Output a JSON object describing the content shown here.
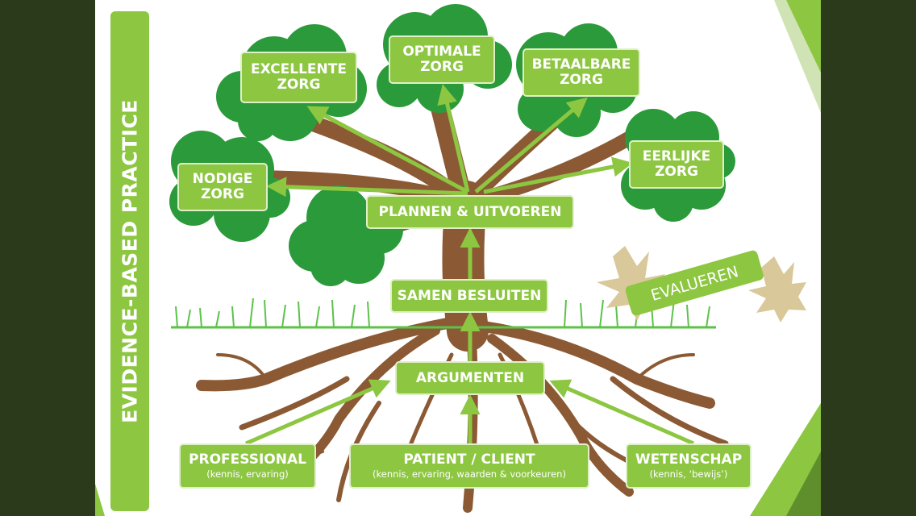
{
  "side_title": "EVIDENCE-BASED PRACTICE",
  "colors": {
    "outer_background": "#2c3a1c",
    "slide_background": "#ffffff",
    "accent_green": "#8dc641",
    "box_border": "#dff0c8",
    "foliage": "#2b9a3a",
    "trunk": "#8b5a34",
    "grass": "#5cc24a",
    "leaf": "#d8c89a"
  },
  "icons": [
    "tree-icon",
    "maple-leaf-icon"
  ],
  "crown_goals": [
    {
      "line1": "EXCELLENTE",
      "line2": "ZORG"
    },
    {
      "line1": "OPTIMALE",
      "line2": "ZORG"
    },
    {
      "line1": "BETAALBARE",
      "line2": "ZORG"
    },
    {
      "line1": "NODIGE",
      "line2": "ZORG"
    },
    {
      "line1": "EERLIJKE",
      "line2": "ZORG"
    }
  ],
  "steps": {
    "plan": "PLANNEN & UITVOEREN",
    "decide": "SAMEN BESLUITEN",
    "arguments": "ARGUMENTEN"
  },
  "evaluate": "EVALUEREN",
  "sources": [
    {
      "title": "PROFESSIONAL",
      "sub": "(kennis, ervaring)"
    },
    {
      "title": "PATIENT / CLIENT",
      "sub": "(kennis, ervaring, waarden & voorkeuren)"
    },
    {
      "title": "WETENSCHAP",
      "sub": "(kennis, ‘bewijs’)"
    }
  ]
}
